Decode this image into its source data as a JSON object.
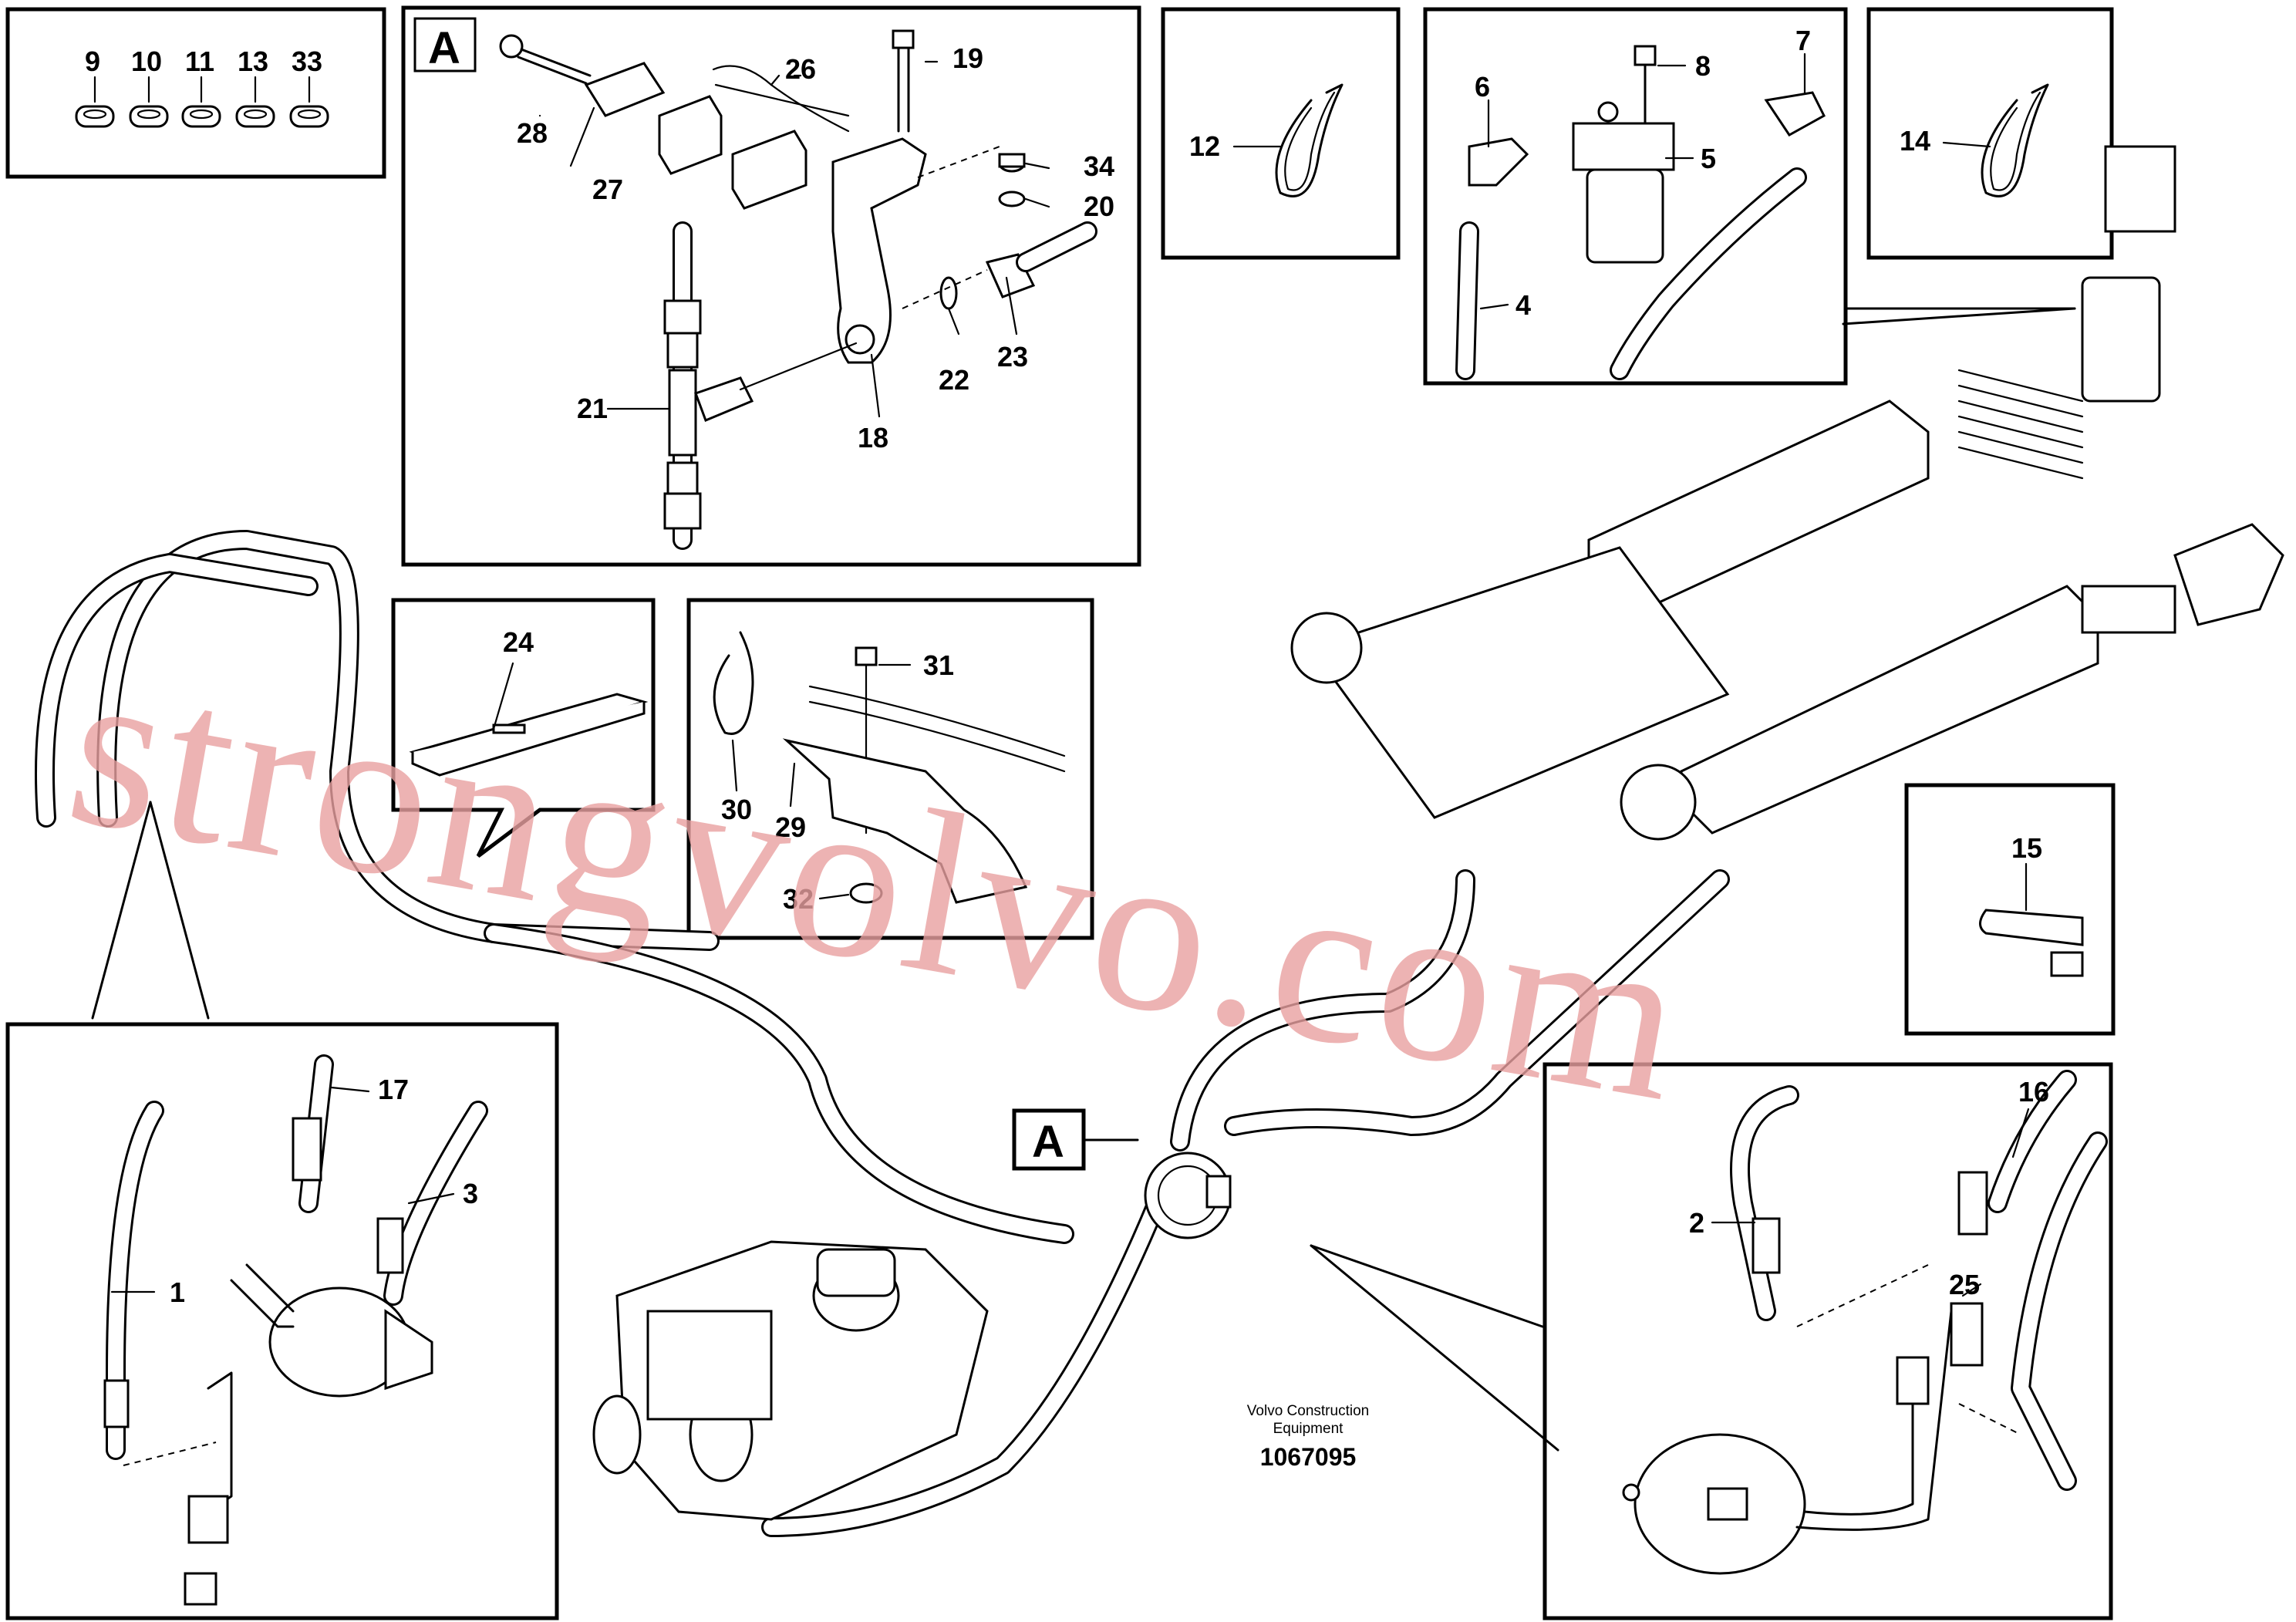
{
  "diagram": {
    "callouts": [
      "1",
      "2",
      "3",
      "4",
      "5",
      "6",
      "7",
      "8",
      "9",
      "10",
      "11",
      "12",
      "13",
      "14",
      "15",
      "16",
      "17",
      "18",
      "19",
      "20",
      "21",
      "22",
      "23",
      "24",
      "25",
      "26",
      "27",
      "28",
      "29",
      "30",
      "31",
      "32",
      "33",
      "34"
    ],
    "detail_label": "A",
    "credit_line1": "Volvo Construction",
    "credit_line2": "Equipment",
    "reference_number": "1067095",
    "watermark": "strongvolvo.com"
  },
  "colors": {
    "line": "#000000",
    "watermark": "#e9a0a0",
    "background": "#ffffff"
  }
}
